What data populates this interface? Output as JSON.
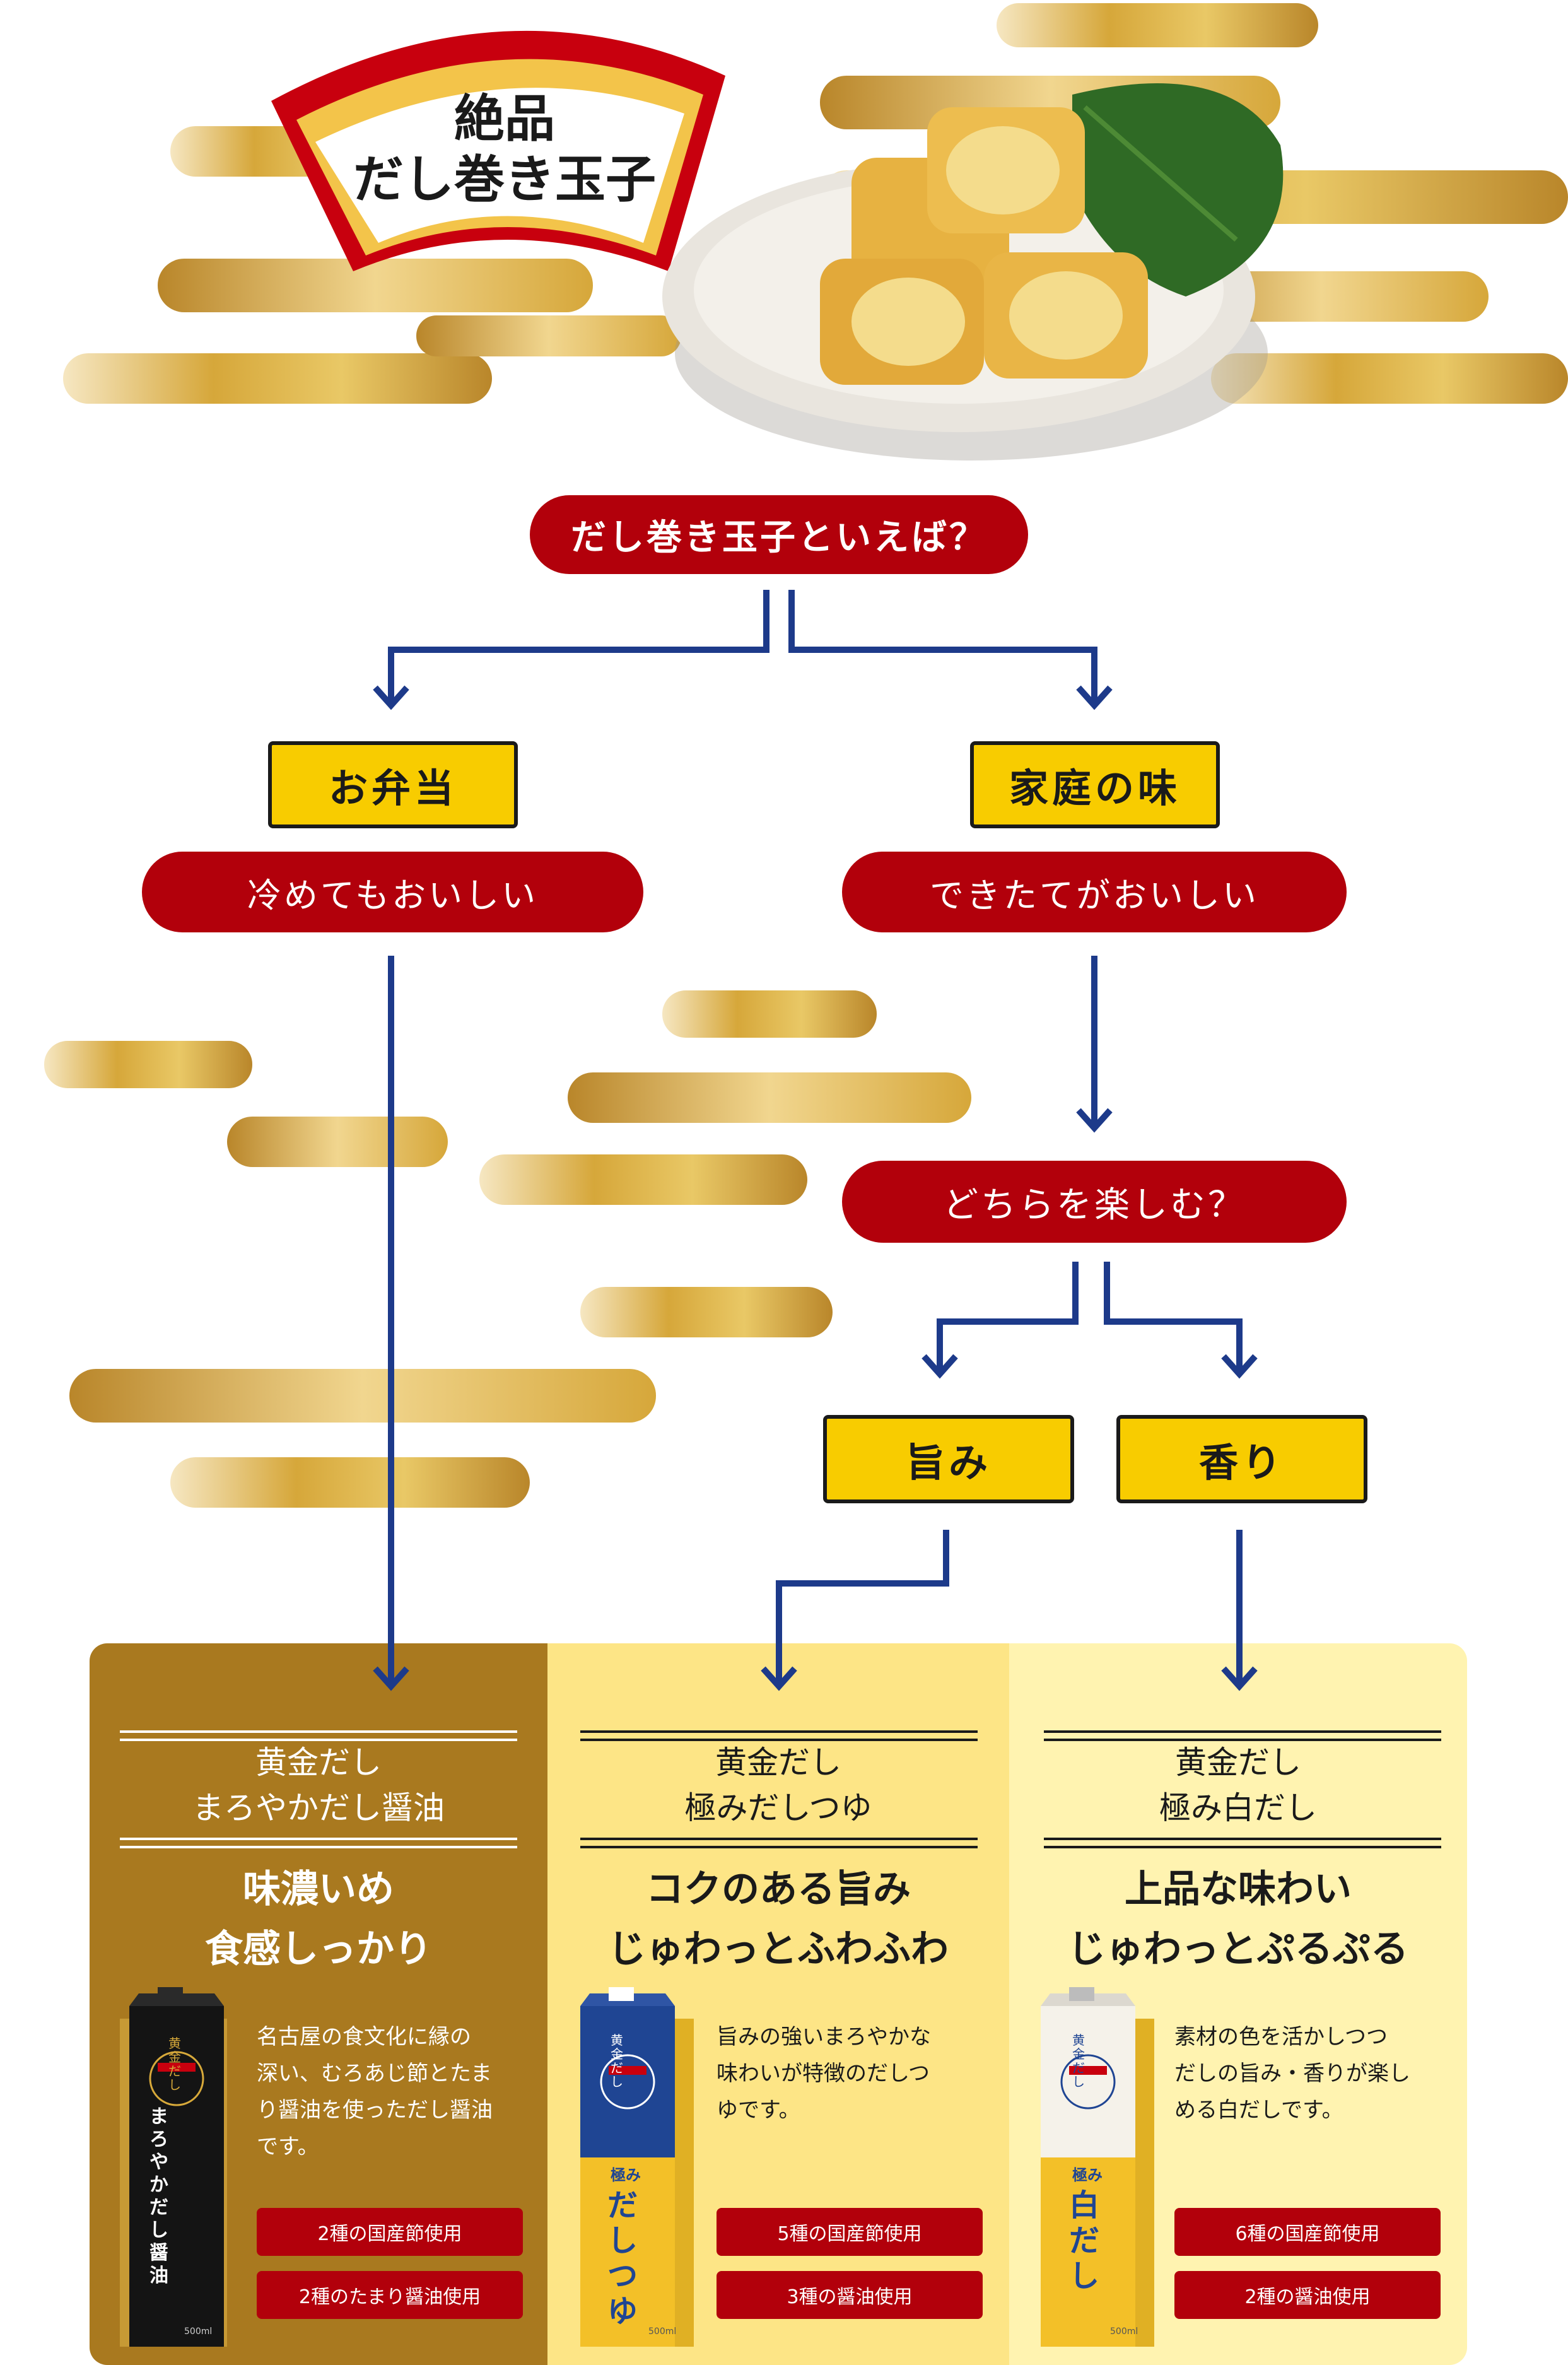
{
  "title": {
    "line1": "絶品",
    "line2": "だし巻き玉子"
  },
  "question1": "だし巻き玉子といえば？",
  "branch_left": {
    "label": "お弁当",
    "sub": "冷めてもおいしい"
  },
  "branch_right": {
    "label": "家庭の味",
    "sub": "できたてがおいしい"
  },
  "question2": "どちらを楽しむ？",
  "option_umami": "旨み",
  "option_aroma": "香り",
  "products": [
    {
      "name_line1": "黄金だし",
      "name_line2": "まろやかだし醤油",
      "head_line1": "味濃いめ",
      "head_line2": "食感しっかり",
      "desc_lines": [
        "名古屋の食文化に縁の",
        "深い、むろあじ節とたま",
        "り醤油を使っただし醤油",
        "です。"
      ],
      "badges": [
        "2種の国産節使用",
        "2種のたまり醤油使用"
      ],
      "pack": {
        "brand": "黄金だし",
        "name": "まろやかだし醤油",
        "volume": "500ml"
      }
    },
    {
      "name_line1": "黄金だし",
      "name_line2": "極みだしつゆ",
      "head_line1": "コクのある旨み",
      "head_line2": "じゅわっとふわふわ",
      "desc_lines": [
        "旨みの強いまろやかな",
        "味わいが特徴のだしつ",
        "ゆです。"
      ],
      "badges": [
        "5種の国産節使用",
        "3種の醤油使用"
      ],
      "pack": {
        "brand": "黄金だし",
        "name": "だしつゆ",
        "badge": "極み",
        "volume": "500ml"
      }
    },
    {
      "name_line1": "黄金だし",
      "name_line2": "極み白だし",
      "head_line1": "上品な味わい",
      "head_line2": "じゅわっとぷるぷる",
      "desc_lines": [
        "素材の色を活かしつつ",
        "だしの旨み・香りが楽し",
        "める白だしです。"
      ],
      "badges": [
        "6種の国産節使用",
        "2種の醤油使用"
      ],
      "pack": {
        "brand": "黄金だし",
        "name": "白だし",
        "badge": "極み",
        "volume": "500ml"
      }
    }
  ],
  "colors": {
    "red": "#b2000b",
    "yellow": "#f8cc00",
    "navy": "#1d3a8a",
    "col1_bg": "#a9791f",
    "col2_bg": "#fde586",
    "col3_bg": "#fff3b0",
    "gold": "#d7a93a"
  }
}
